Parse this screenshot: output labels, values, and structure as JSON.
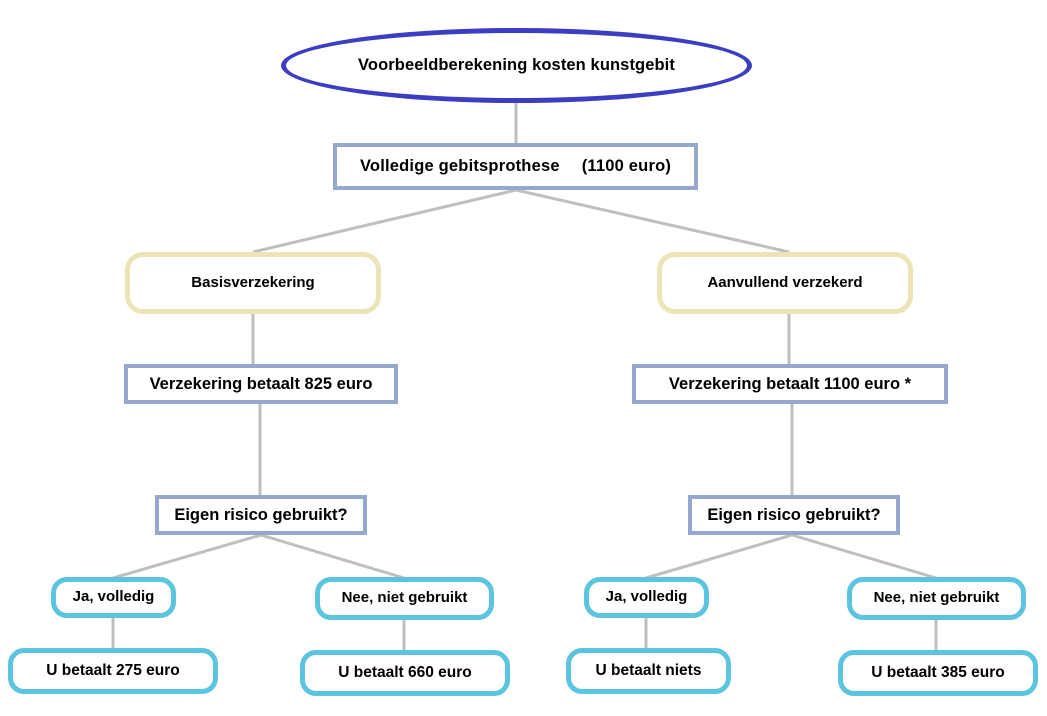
{
  "diagram": {
    "title": "Voorbeeldberekening kosten kunstgebit",
    "type": "decision-tree-flowchart",
    "colors": {
      "root_border": "#3b3ec2",
      "process_border": "#95a9ce",
      "insurance_border": "#ece3b6",
      "outcome_border": "#5bc4de",
      "connector": "#bfbfbf",
      "node_fill": "#ffffff",
      "text": "#000000"
    },
    "nodes": {
      "root": {
        "label": "Voorbeeldberekening kosten kunstgebit",
        "shape": "ellipse"
      },
      "prosthesis": {
        "label_main": "Volledige gebitsprothese",
        "label_cost": "(1100 euro)",
        "shape": "rectangle"
      },
      "basis": {
        "label": "Basisverzekering",
        "shape": "rounded-rectangle"
      },
      "aanvullend": {
        "label": "Aanvullend verzekerd",
        "shape": "rounded-rectangle"
      },
      "pay_basis": {
        "label": "Verzekering betaalt 825 euro",
        "shape": "rectangle"
      },
      "pay_aanvullend": {
        "label": "Verzekering betaalt 1100 euro *",
        "shape": "rectangle"
      },
      "risk_left": {
        "label": "Eigen risico gebruikt?",
        "shape": "rectangle"
      },
      "risk_right": {
        "label": "Eigen risico gebruikt?",
        "shape": "rectangle"
      },
      "left_yes": {
        "label": "Ja, volledig",
        "shape": "rounded-rectangle"
      },
      "left_no": {
        "label": "Nee, niet gebruikt",
        "shape": "rounded-rectangle"
      },
      "right_yes": {
        "label": "Ja, volledig",
        "shape": "rounded-rectangle"
      },
      "right_no": {
        "label": "Nee, niet gebruikt",
        "shape": "rounded-rectangle"
      },
      "result_left_yes": {
        "label": "U betaalt 275 euro",
        "shape": "rounded-rectangle"
      },
      "result_left_no": {
        "label": "U betaalt 660 euro",
        "shape": "rounded-rectangle"
      },
      "result_right_yes": {
        "label": "U betaalt niets",
        "shape": "rounded-rectangle"
      },
      "result_right_no": {
        "label": "U betaalt 385 euro",
        "shape": "rounded-rectangle"
      }
    }
  }
}
